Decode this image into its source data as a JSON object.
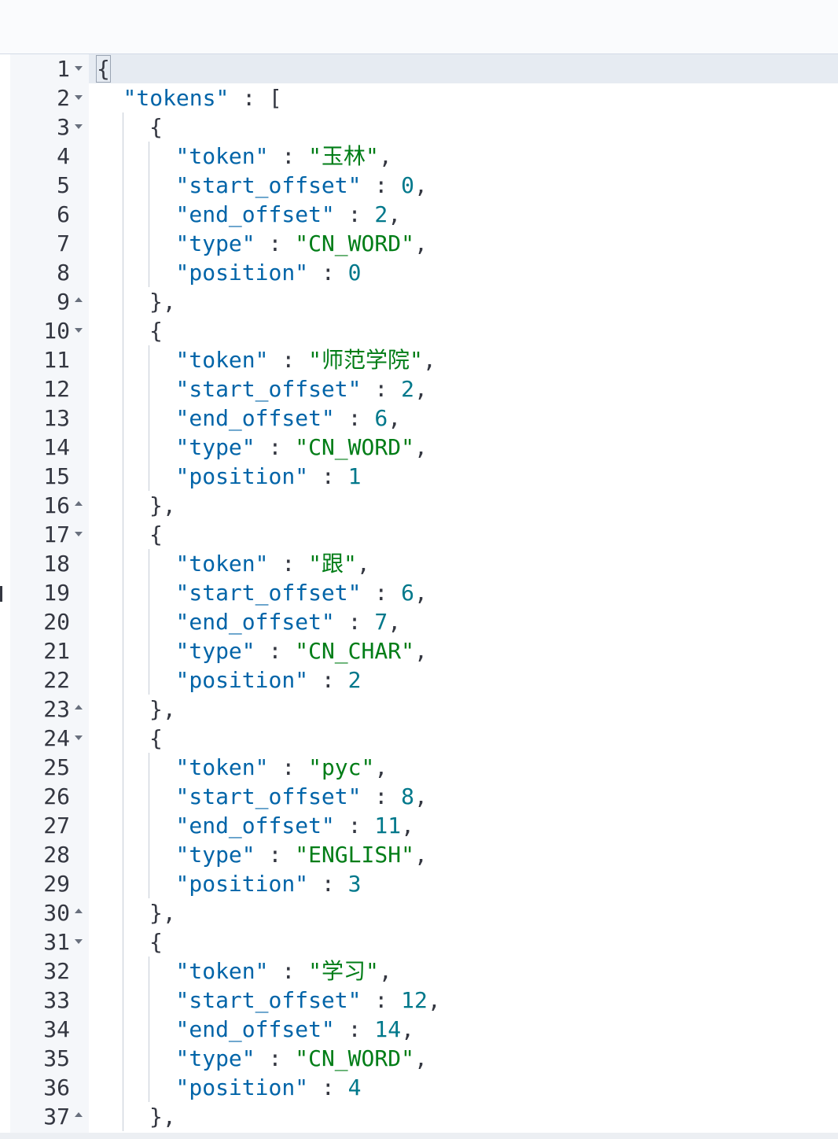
{
  "editor": {
    "lines": [
      {
        "n": "1",
        "fold": "open",
        "indent": 0,
        "parts": [
          {
            "t": "{",
            "c": "punc"
          }
        ]
      },
      {
        "n": "2",
        "fold": "open",
        "indent": 1,
        "parts": [
          {
            "t": "\"tokens\"",
            "c": "key"
          },
          {
            "t": " : [",
            "c": "punc"
          }
        ]
      },
      {
        "n": "3",
        "fold": "open",
        "indent": 2,
        "parts": [
          {
            "t": "{",
            "c": "punc"
          }
        ]
      },
      {
        "n": "4",
        "fold": "",
        "indent": 3,
        "parts": [
          {
            "t": "\"token\"",
            "c": "key"
          },
          {
            "t": " : ",
            "c": "punc"
          },
          {
            "t": "\"玉林\"",
            "c": "str"
          },
          {
            "t": ",",
            "c": "punc"
          }
        ]
      },
      {
        "n": "5",
        "fold": "",
        "indent": 3,
        "parts": [
          {
            "t": "\"start_offset\"",
            "c": "key"
          },
          {
            "t": " : ",
            "c": "punc"
          },
          {
            "t": "0",
            "c": "num"
          },
          {
            "t": ",",
            "c": "punc"
          }
        ]
      },
      {
        "n": "6",
        "fold": "",
        "indent": 3,
        "parts": [
          {
            "t": "\"end_offset\"",
            "c": "key"
          },
          {
            "t": " : ",
            "c": "punc"
          },
          {
            "t": "2",
            "c": "num"
          },
          {
            "t": ",",
            "c": "punc"
          }
        ]
      },
      {
        "n": "7",
        "fold": "",
        "indent": 3,
        "parts": [
          {
            "t": "\"type\"",
            "c": "key"
          },
          {
            "t": " : ",
            "c": "punc"
          },
          {
            "t": "\"CN_WORD\"",
            "c": "str"
          },
          {
            "t": ",",
            "c": "punc"
          }
        ]
      },
      {
        "n": "8",
        "fold": "",
        "indent": 3,
        "parts": [
          {
            "t": "\"position\"",
            "c": "key"
          },
          {
            "t": " : ",
            "c": "punc"
          },
          {
            "t": "0",
            "c": "num"
          }
        ]
      },
      {
        "n": "9",
        "fold": "closed",
        "indent": 2,
        "parts": [
          {
            "t": "},",
            "c": "punc"
          }
        ]
      },
      {
        "n": "10",
        "fold": "open",
        "indent": 2,
        "parts": [
          {
            "t": "{",
            "c": "punc"
          }
        ]
      },
      {
        "n": "11",
        "fold": "",
        "indent": 3,
        "parts": [
          {
            "t": "\"token\"",
            "c": "key"
          },
          {
            "t": " : ",
            "c": "punc"
          },
          {
            "t": "\"师范学院\"",
            "c": "str"
          },
          {
            "t": ",",
            "c": "punc"
          }
        ]
      },
      {
        "n": "12",
        "fold": "",
        "indent": 3,
        "parts": [
          {
            "t": "\"start_offset\"",
            "c": "key"
          },
          {
            "t": " : ",
            "c": "punc"
          },
          {
            "t": "2",
            "c": "num"
          },
          {
            "t": ",",
            "c": "punc"
          }
        ]
      },
      {
        "n": "13",
        "fold": "",
        "indent": 3,
        "parts": [
          {
            "t": "\"end_offset\"",
            "c": "key"
          },
          {
            "t": " : ",
            "c": "punc"
          },
          {
            "t": "6",
            "c": "num"
          },
          {
            "t": ",",
            "c": "punc"
          }
        ]
      },
      {
        "n": "14",
        "fold": "",
        "indent": 3,
        "parts": [
          {
            "t": "\"type\"",
            "c": "key"
          },
          {
            "t": " : ",
            "c": "punc"
          },
          {
            "t": "\"CN_WORD\"",
            "c": "str"
          },
          {
            "t": ",",
            "c": "punc"
          }
        ]
      },
      {
        "n": "15",
        "fold": "",
        "indent": 3,
        "parts": [
          {
            "t": "\"position\"",
            "c": "key"
          },
          {
            "t": " : ",
            "c": "punc"
          },
          {
            "t": "1",
            "c": "num"
          }
        ]
      },
      {
        "n": "16",
        "fold": "closed",
        "indent": 2,
        "parts": [
          {
            "t": "},",
            "c": "punc"
          }
        ]
      },
      {
        "n": "17",
        "fold": "open",
        "indent": 2,
        "parts": [
          {
            "t": "{",
            "c": "punc"
          }
        ]
      },
      {
        "n": "18",
        "fold": "",
        "indent": 3,
        "parts": [
          {
            "t": "\"token\"",
            "c": "key"
          },
          {
            "t": " : ",
            "c": "punc"
          },
          {
            "t": "\"跟\"",
            "c": "str"
          },
          {
            "t": ",",
            "c": "punc"
          }
        ]
      },
      {
        "n": "19",
        "fold": "",
        "indent": 3,
        "parts": [
          {
            "t": "\"start_offset\"",
            "c": "key"
          },
          {
            "t": " : ",
            "c": "punc"
          },
          {
            "t": "6",
            "c": "num"
          },
          {
            "t": ",",
            "c": "punc"
          }
        ]
      },
      {
        "n": "20",
        "fold": "",
        "indent": 3,
        "parts": [
          {
            "t": "\"end_offset\"",
            "c": "key"
          },
          {
            "t": " : ",
            "c": "punc"
          },
          {
            "t": "7",
            "c": "num"
          },
          {
            "t": ",",
            "c": "punc"
          }
        ]
      },
      {
        "n": "21",
        "fold": "",
        "indent": 3,
        "parts": [
          {
            "t": "\"type\"",
            "c": "key"
          },
          {
            "t": " : ",
            "c": "punc"
          },
          {
            "t": "\"CN_CHAR\"",
            "c": "str"
          },
          {
            "t": ",",
            "c": "punc"
          }
        ]
      },
      {
        "n": "22",
        "fold": "",
        "indent": 3,
        "parts": [
          {
            "t": "\"position\"",
            "c": "key"
          },
          {
            "t": " : ",
            "c": "punc"
          },
          {
            "t": "2",
            "c": "num"
          }
        ]
      },
      {
        "n": "23",
        "fold": "closed",
        "indent": 2,
        "parts": [
          {
            "t": "},",
            "c": "punc"
          }
        ]
      },
      {
        "n": "24",
        "fold": "open",
        "indent": 2,
        "parts": [
          {
            "t": "{",
            "c": "punc"
          }
        ]
      },
      {
        "n": "25",
        "fold": "",
        "indent": 3,
        "parts": [
          {
            "t": "\"token\"",
            "c": "key"
          },
          {
            "t": " : ",
            "c": "punc"
          },
          {
            "t": "\"pyc\"",
            "c": "str"
          },
          {
            "t": ",",
            "c": "punc"
          }
        ]
      },
      {
        "n": "26",
        "fold": "",
        "indent": 3,
        "parts": [
          {
            "t": "\"start_offset\"",
            "c": "key"
          },
          {
            "t": " : ",
            "c": "punc"
          },
          {
            "t": "8",
            "c": "num"
          },
          {
            "t": ",",
            "c": "punc"
          }
        ]
      },
      {
        "n": "27",
        "fold": "",
        "indent": 3,
        "parts": [
          {
            "t": "\"end_offset\"",
            "c": "key"
          },
          {
            "t": " : ",
            "c": "punc"
          },
          {
            "t": "11",
            "c": "num"
          },
          {
            "t": ",",
            "c": "punc"
          }
        ]
      },
      {
        "n": "28",
        "fold": "",
        "indent": 3,
        "parts": [
          {
            "t": "\"type\"",
            "c": "key"
          },
          {
            "t": " : ",
            "c": "punc"
          },
          {
            "t": "\"ENGLISH\"",
            "c": "str"
          },
          {
            "t": ",",
            "c": "punc"
          }
        ]
      },
      {
        "n": "29",
        "fold": "",
        "indent": 3,
        "parts": [
          {
            "t": "\"position\"",
            "c": "key"
          },
          {
            "t": " : ",
            "c": "punc"
          },
          {
            "t": "3",
            "c": "num"
          }
        ]
      },
      {
        "n": "30",
        "fold": "closed",
        "indent": 2,
        "parts": [
          {
            "t": "},",
            "c": "punc"
          }
        ]
      },
      {
        "n": "31",
        "fold": "open",
        "indent": 2,
        "parts": [
          {
            "t": "{",
            "c": "punc"
          }
        ]
      },
      {
        "n": "32",
        "fold": "",
        "indent": 3,
        "parts": [
          {
            "t": "\"token\"",
            "c": "key"
          },
          {
            "t": " : ",
            "c": "punc"
          },
          {
            "t": "\"学习\"",
            "c": "str"
          },
          {
            "t": ",",
            "c": "punc"
          }
        ]
      },
      {
        "n": "33",
        "fold": "",
        "indent": 3,
        "parts": [
          {
            "t": "\"start_offset\"",
            "c": "key"
          },
          {
            "t": " : ",
            "c": "punc"
          },
          {
            "t": "12",
            "c": "num"
          },
          {
            "t": ",",
            "c": "punc"
          }
        ]
      },
      {
        "n": "34",
        "fold": "",
        "indent": 3,
        "parts": [
          {
            "t": "\"end_offset\"",
            "c": "key"
          },
          {
            "t": " : ",
            "c": "punc"
          },
          {
            "t": "14",
            "c": "num"
          },
          {
            "t": ",",
            "c": "punc"
          }
        ]
      },
      {
        "n": "35",
        "fold": "",
        "indent": 3,
        "parts": [
          {
            "t": "\"type\"",
            "c": "key"
          },
          {
            "t": " : ",
            "c": "punc"
          },
          {
            "t": "\"CN_WORD\"",
            "c": "str"
          },
          {
            "t": ",",
            "c": "punc"
          }
        ]
      },
      {
        "n": "36",
        "fold": "",
        "indent": 3,
        "parts": [
          {
            "t": "\"position\"",
            "c": "key"
          },
          {
            "t": " : ",
            "c": "punc"
          },
          {
            "t": "4",
            "c": "num"
          }
        ]
      },
      {
        "n": "37",
        "fold": "closed",
        "indent": 2,
        "parts": [
          {
            "t": "},",
            "c": "punc"
          }
        ]
      }
    ]
  },
  "colors": {
    "key": "#0064a8",
    "string": "#017d17",
    "number": "#00788b",
    "punctuation": "#343741",
    "active_line": "#e6ebf2",
    "gutter": "#f5f7fa"
  },
  "icons": {
    "fold_open": "chevron-down-icon",
    "fold_closed": "chevron-up-icon"
  }
}
